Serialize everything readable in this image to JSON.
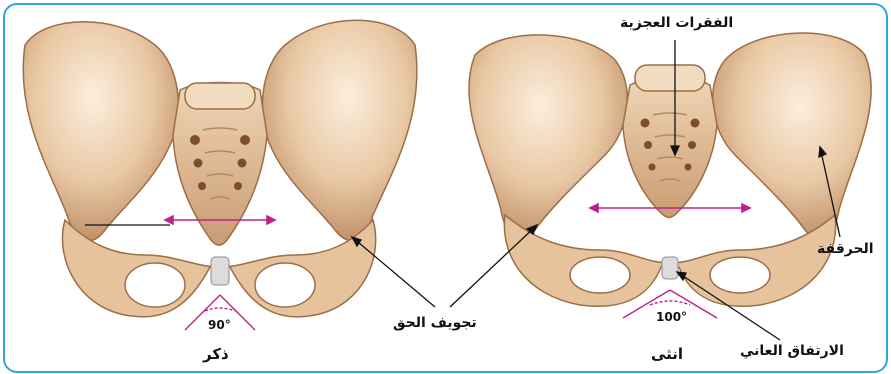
{
  "labels": {
    "sacral_vertebrae": "الفقرات العجزية",
    "ilium": "الحرقفة",
    "acetabulum": "تجويف الحق",
    "pubic_symphysis": "الارتفاق العاني",
    "male": "ذكر",
    "female": "انثى"
  },
  "angles": {
    "male": "90°",
    "female": "100°"
  },
  "colors": {
    "frame": "#2fa6dc",
    "bone_light": "#f2dcc1",
    "bone_mid": "#e2bd98",
    "bone_dark": "#b8875e",
    "measure_line": "#c0208a"
  }
}
